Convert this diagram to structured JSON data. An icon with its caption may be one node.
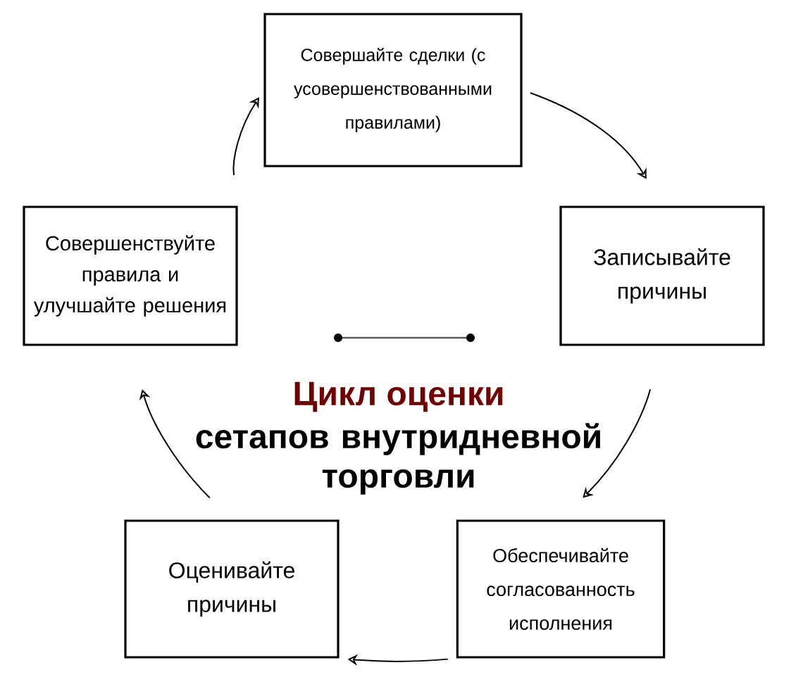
{
  "diagram": {
    "title": "Цикл оценки",
    "nodes": [
      {
        "text": [
          "Совершайте сделки (с усовершенствованными правилами)"
        ]
      },
      {
        "text": [
          "Совершенствуйте правила и улучшайте решения"
        ]
      },
      {
        "text": [
          "Записывайте причины"
        ]
      },
      {
        "text": [
          "Оценивайте причины"
        ]
      },
      {
        "text": [
          "Обеспечивайте согласованность исполнения"
        ]
      }
    ],
    "edges": [
      {
        "from": 1,
        "to": 0,
        "arrow": "to"
      },
      {
        "from": 0,
        "to": 2,
        "arrow": "to"
      },
      {
        "from": 2,
        "to": 4,
        "arrow": "to"
      },
      {
        "from": 4,
        "to": 3,
        "arrow": "to"
      },
      {
        "from": 3,
        "to": 1,
        "arrow": "to"
      }
    ],
    "labels": [
      "сетапов внутридневной торговли"
    ]
  }
}
